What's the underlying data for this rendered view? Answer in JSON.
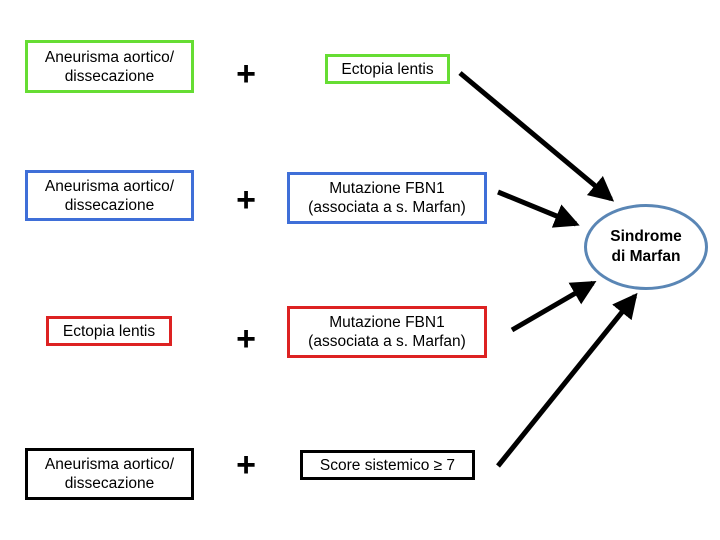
{
  "colors": {
    "row1": "#66dd33",
    "row2": "#3f6fd8",
    "row3": "#dd2222",
    "row4": "#000000",
    "result_outline": "#5a86b5",
    "arrow": "#000000"
  },
  "diagram": {
    "rows": [
      {
        "left_label": "Aneurisma aortico/\ndissecazione",
        "operator": "+",
        "right_label": "Ectopia lentis"
      },
      {
        "left_label": "Aneurisma aortico/\ndissecazione",
        "operator": "+",
        "right_label": "Mutazione FBN1\n(associata a s. Marfan)"
      },
      {
        "left_label": "Ectopia lentis",
        "operator": "+",
        "right_label": "Mutazione FBN1\n(associata a s. Marfan)"
      },
      {
        "left_label": "Aneurisma aortico/\ndissecazione",
        "operator": "+",
        "right_label": "Score sistemico ≥ 7"
      }
    ],
    "result_label": "Sindrome\ndi Marfan"
  }
}
